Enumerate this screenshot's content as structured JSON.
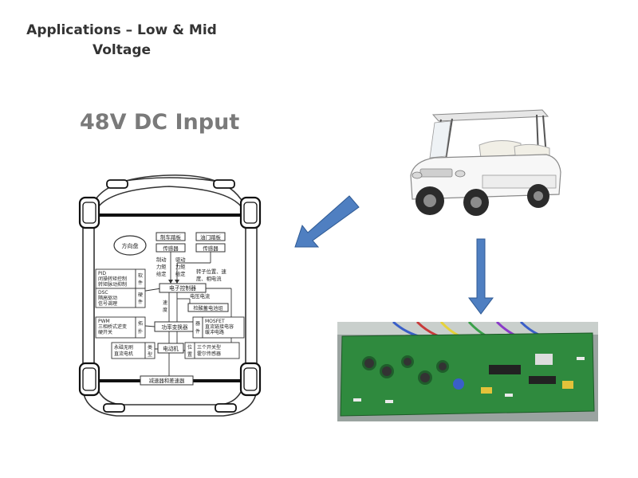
{
  "slide": {
    "title_line1": "Applications – Low & Mid",
    "title_line2": "Voltage",
    "subtitle": "48V DC Input"
  },
  "diagram": {
    "steering_wheel": "方向盘",
    "brake_pedal": "制车踏板",
    "accel_pedal": "油门踏板",
    "sensor_left": "传感器",
    "sensor_right": "传感器",
    "brake_torque": [
      "制动",
      "力矩",
      "给定"
    ],
    "drive_torque": [
      "驱动",
      "力矩",
      "给定"
    ],
    "rotor_info": [
      "转子位置、速",
      "度、相电流"
    ],
    "pid_lines": [
      "PID",
      "闭操转矩控制",
      "转矩脉动抑制"
    ],
    "software": [
      "软",
      "件"
    ],
    "dsc_lines": [
      "DSC",
      "隔高驱动",
      "信号调理"
    ],
    "hardware": [
      "硬",
      "件"
    ],
    "ecu": "电子控制器",
    "voltage_current": "电压电流",
    "battery_check": "检酸蓄电池组",
    "speed": [
      "速",
      "度"
    ],
    "pwm_lines": [
      "PWM",
      "三相桥式逆变",
      "硬开关"
    ],
    "topology": [
      "拓",
      "扑"
    ],
    "power_converter": "功率变换器",
    "device": [
      "器",
      "件"
    ],
    "mosfet_lines": [
      "MOSFET",
      "直流链接电容",
      "缓冲电路"
    ],
    "pm_motor": [
      "永磁无刷",
      "直流电机"
    ],
    "motor_type": [
      "类",
      "型"
    ],
    "motor": "电动机",
    "position": [
      "位",
      "置"
    ],
    "hall_sensor": [
      "三个开关型",
      "霍尔传感器"
    ],
    "reducer": "减速器和差速器"
  },
  "colors": {
    "arrow_fill": "#4f7fc1",
    "arrow_stroke": "#2f5a94",
    "pcb_green": "#2f8a3e",
    "title_gray": "#7a7a7a"
  }
}
